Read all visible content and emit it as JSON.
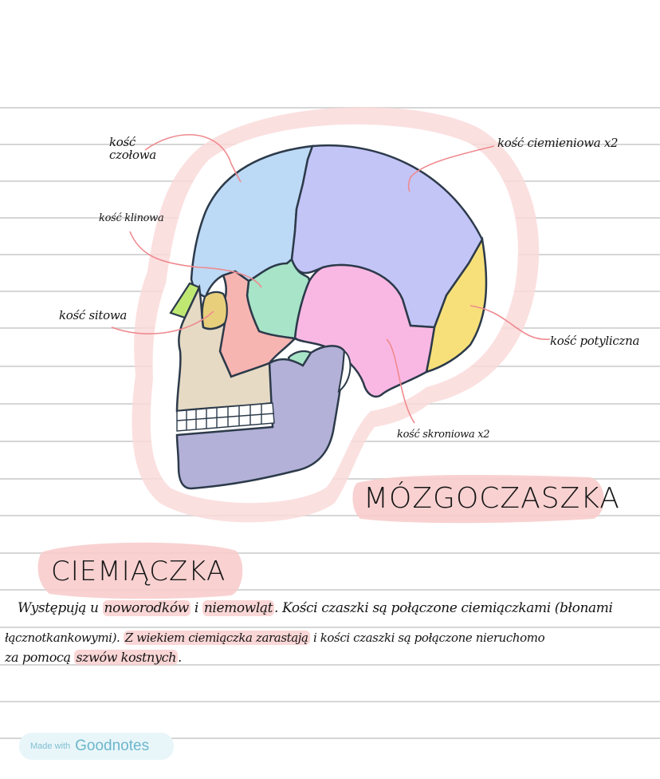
{
  "page": {
    "type": "handwritten-note",
    "colors": {
      "paper": "#ffffff",
      "rule_line": "#d6d6d6",
      "highlight": "#f8c8c8",
      "ink": "#141414",
      "leader_line": "#ef8a8f"
    }
  },
  "diagram": {
    "subject": "skull-lateral-view",
    "bones": [
      {
        "key": "frontal",
        "color": "#bcd9f5"
      },
      {
        "key": "parietal",
        "color": "#c3c5f7"
      },
      {
        "key": "occipital",
        "color": "#f7e07a"
      },
      {
        "key": "temporal",
        "color": "#f9b8e3"
      },
      {
        "key": "sphenoid",
        "color": "#a8e4c8"
      },
      {
        "key": "ethmoid",
        "color": "#e8cf7c"
      },
      {
        "key": "nasal",
        "color": "#bfe873"
      },
      {
        "key": "zygomatic",
        "color": "#f7b5b2"
      },
      {
        "key": "maxilla",
        "color": "#e6dac4"
      },
      {
        "key": "mandible",
        "color": "#b3b1d8"
      }
    ],
    "labels": {
      "frontal_line1": "kość",
      "frontal_line2": "czołowa",
      "parietal": "kość ciemieniowa x2",
      "sphenoid": "kość klinowa",
      "ethmoid": "kość sitowa",
      "occipital": "kość potyliczna",
      "temporal": "kość skroniowa x2"
    }
  },
  "headings": {
    "neurocranium": "MÓZGOCZASZKA",
    "fontanelles": "CIEMIĄCZKA"
  },
  "paragraph": {
    "line1": [
      {
        "text": "Występują u ",
        "hl": false
      },
      {
        "text": "noworodków",
        "hl": true
      },
      {
        "text": " i ",
        "hl": false
      },
      {
        "text": "niemowląt",
        "hl": true
      },
      {
        "text": ". Kości czaszki są połączone ciemiączkami (błonami",
        "hl": false
      }
    ],
    "line2": [
      {
        "text": "łącznotkankowymi). ",
        "hl": false
      },
      {
        "text": "Z wiekiem ciemiączka zarastają",
        "hl": true
      },
      {
        "text": " i kości czaszki są połączone nieruchomo",
        "hl": false
      }
    ],
    "line3": [
      {
        "text": "za pomocą ",
        "hl": false
      },
      {
        "text": "szwów kostnych",
        "hl": true
      },
      {
        "text": ".",
        "hl": false
      }
    ]
  },
  "watermark": {
    "prefix": "Made with",
    "brand": "Goodnotes"
  }
}
